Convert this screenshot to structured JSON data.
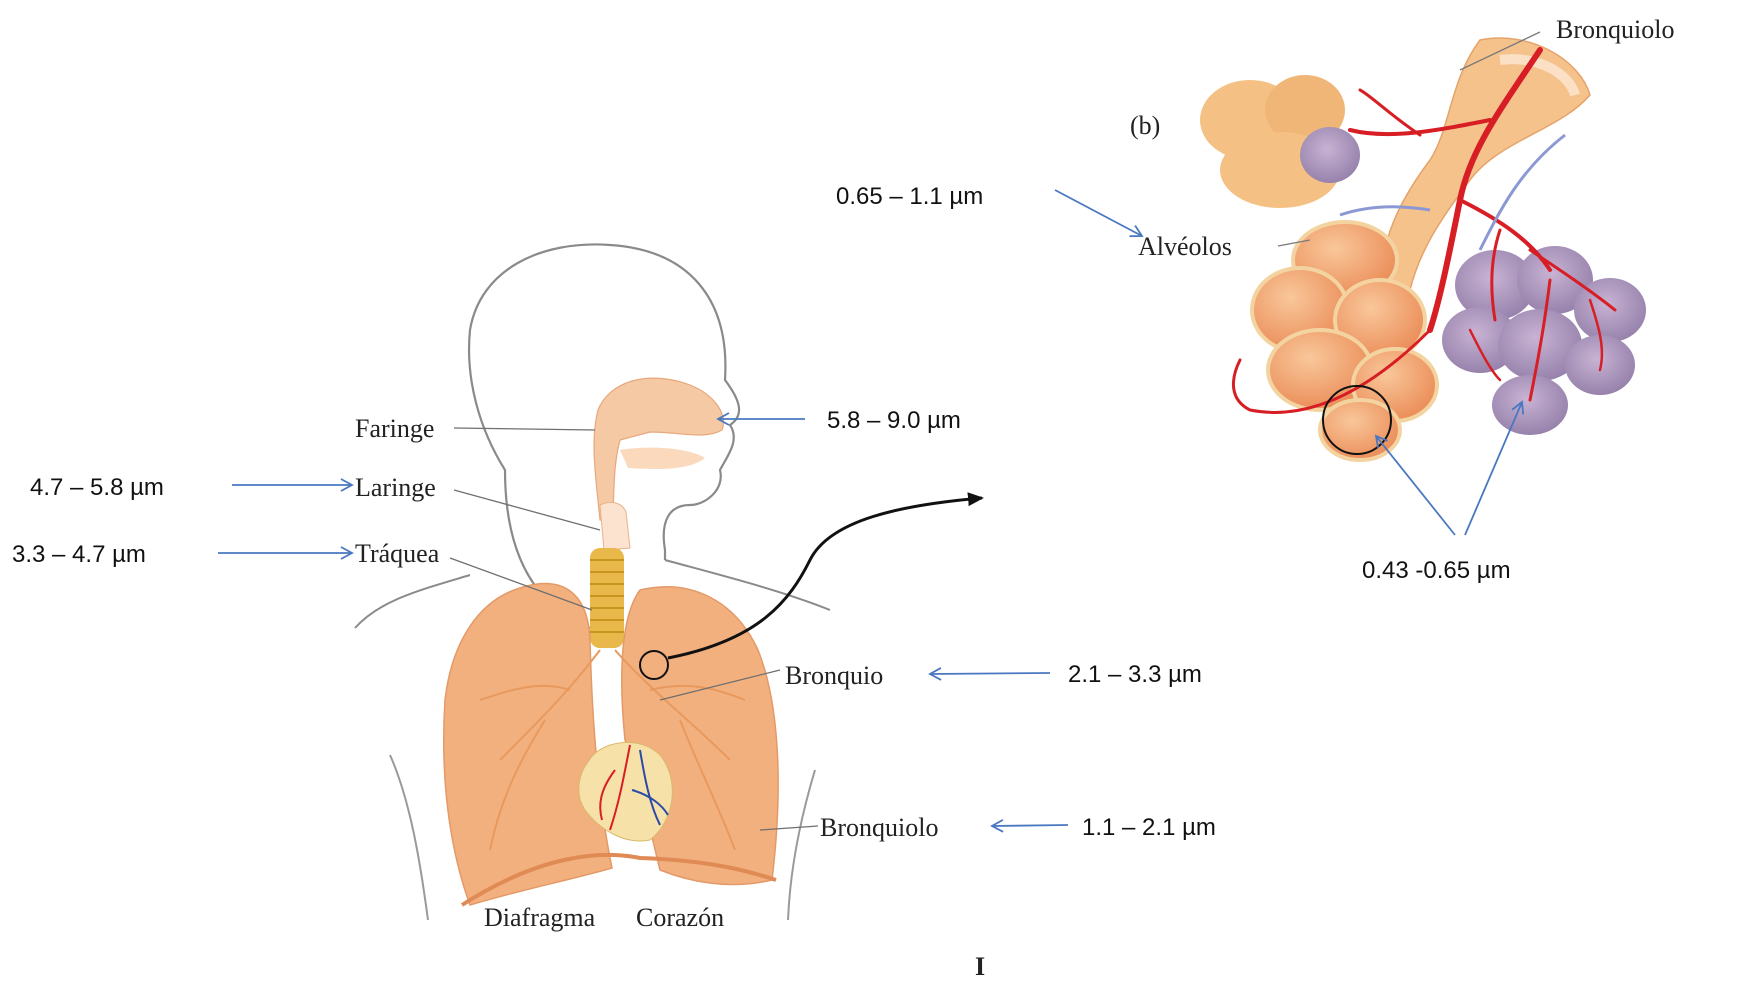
{
  "anatomy_labels": {
    "faringe": "Faringe",
    "laringe": "Laringe",
    "traquea": "Tráquea",
    "bronquio": "Bronquio",
    "bronquiolo": "Bronquiolo",
    "diafragma": "Diafragma",
    "corazon": "Corazón"
  },
  "inset": {
    "panel_label": "(b)",
    "bronquiolo": "Bronquiolo",
    "alveolos": "Alvéolos"
  },
  "size_ranges": {
    "nasal": "5.8 – 9.0  µm",
    "laringe": "4.7 – 5.8 µm",
    "traquea": "3.3  – 4.7 µm",
    "bronquio": "2.1 – 3.3 µm",
    "bronquiolo": "1.1 – 2.1 µm",
    "alveolos": "0.65 – 1.1 µm",
    "alveolar_sacs": "0.43 -0.65 µm"
  },
  "colors": {
    "arrow_blue": "#4a78c0",
    "lung": "#f2b07e",
    "lung_shadow": "#e58f5b",
    "outline": "#7a7a7a",
    "vessel_red": "#d81e25",
    "alveolus": "#f4c084"
  }
}
